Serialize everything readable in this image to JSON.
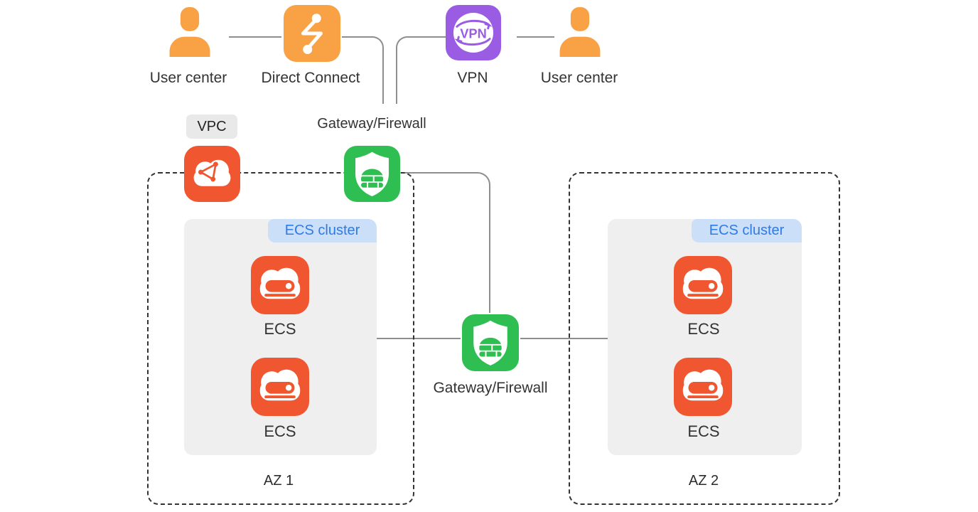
{
  "colors": {
    "orange": "#F9A145",
    "red": "#F0562F",
    "purple": "#9B5CE4",
    "green": "#2FBE51",
    "badge_bg": "#CBDFF8",
    "badge_text": "#2F7BE5",
    "box_bg": "#EFEFEF",
    "vpc_badge_bg": "#E9E9E9",
    "zone_border": "#333333",
    "text": "#333333",
    "line": "#8E8E8E"
  },
  "nodes": {
    "user_center_left": {
      "label": "User center",
      "icon": "user-icon"
    },
    "direct_connect": {
      "label": "Direct Connect",
      "icon": "direct-connect-icon"
    },
    "vpn": {
      "label": "VPN",
      "icon_text": "VPN",
      "icon": "vpn-icon"
    },
    "user_center_right": {
      "label": "User center",
      "icon": "user-icon"
    },
    "gateway_top": {
      "label": "Gateway/Firewall",
      "icon": "firewall-shield-icon"
    },
    "gateway_mid": {
      "label": "Gateway/Firewall",
      "icon": "firewall-shield-icon"
    },
    "vpc": {
      "label": "VPC",
      "icon": "vpc-cloud-icon"
    }
  },
  "zones": {
    "az1": {
      "label": "AZ 1",
      "cluster_badge": "ECS cluster",
      "ecs": [
        {
          "label": "ECS"
        },
        {
          "label": "ECS"
        }
      ]
    },
    "az2": {
      "label": "AZ 2",
      "cluster_badge": "ECS cluster",
      "ecs": [
        {
          "label": "ECS"
        },
        {
          "label": "ECS"
        }
      ]
    }
  }
}
